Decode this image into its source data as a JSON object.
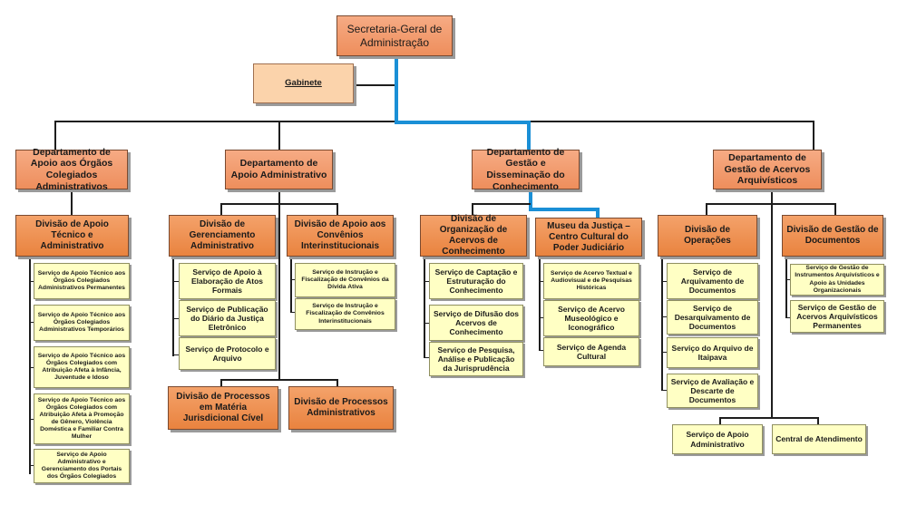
{
  "root": {
    "title": "Secretaria-Geral de Administração"
  },
  "gabinete": {
    "label": "Gabinete"
  },
  "departments": [
    {
      "title": "Departamento de Apoio aos Órgãos Colegiados Administrativos"
    },
    {
      "title": "Departamento de Apoio Administrativo"
    },
    {
      "title": "Departamento de Gestão e Disseminação do Conhecimento"
    },
    {
      "title": "Departamento de Gestão de Acervos Arquivísticos"
    }
  ],
  "divisions": {
    "apoio_tecnico": "Divisão de Apoio Técnico e Administrativo",
    "gerenciamento": "Divisão de Gerenciamento Administrativo",
    "convenios": "Divisão de Apoio aos Convênios Interinstitucionais",
    "proc_jurisdicional": "Divisão de Processos em Matéria Jurisdicional Cível",
    "proc_administrativos": "Divisão de Processos Administrativos",
    "org_acervos": "Divisão de Organização de Acervos de Conhecimento",
    "museu": "Museu da Justiça – Centro Cultural do Poder Judiciário",
    "operacoes": "Divisão de Operações",
    "gestao_documentos": "Divisão de Gestão de Documentos"
  },
  "services": {
    "apoio_tecnico": [
      "Serviço de Apoio Técnico aos Órgãos Colegiados Administrativos Permanentes",
      "Serviço de Apoio Técnico aos Órgãos Colegiados Administrativos Temporários",
      "Serviço de Apoio Técnico aos Órgãos Colegiados com Atribuição Afeta à Infância, Juventude e Idoso",
      "Serviço de Apoio Técnico aos Órgãos Colegiados com Atribuição Afeta à Promoção de Gênero, Violência Doméstica e Familiar Contra Mulher",
      "Serviço de Apoio Administrativo e Gerenciamento dos Portais dos Órgãos Colegiados"
    ],
    "gerenciamento": [
      "Serviço de Apoio à Elaboração de Atos Formais",
      "Serviço de Publicação do Diário da Justiça Eletrônico",
      "Serviço de Protocolo e Arquivo"
    ],
    "convenios": [
      "Serviço de Instrução e Fiscalização de Convênios da Dívida Ativa",
      "Serviço de Instrução e Fiscalização de Convênios Interinstitucionais"
    ],
    "org_acervos": [
      "Serviço de Captação e Estruturação do Conhecimento",
      "Serviço de Difusão dos Acervos de Conhecimento",
      "Serviço de Pesquisa, Análise e Publicação da Jurisprudência"
    ],
    "museu": [
      "Serviço de Acervo Textual e Audiovisual e de Pesquisas Históricas",
      "Serviço de Acervo Museológico e Iconográfico",
      "Serviço de Agenda Cultural"
    ],
    "operacoes": [
      "Serviço de Arquivamento de Documentos",
      "Serviço de Desarquivamento de Documentos",
      "Serviço do Arquivo de Itaipava",
      "Serviço de Avaliação e Descarte de Documentos"
    ],
    "gestao_documentos": [
      "Serviço de Gestão de Instrumentos Arquivísticos e Apoio às Unidades Organizacionais",
      "Serviço de Gestão de Acervos Arquivísticos Permanentes"
    ],
    "dept4_direct": [
      "Serviço de Apoio Administrativo",
      "Central de Atendimento"
    ]
  }
}
